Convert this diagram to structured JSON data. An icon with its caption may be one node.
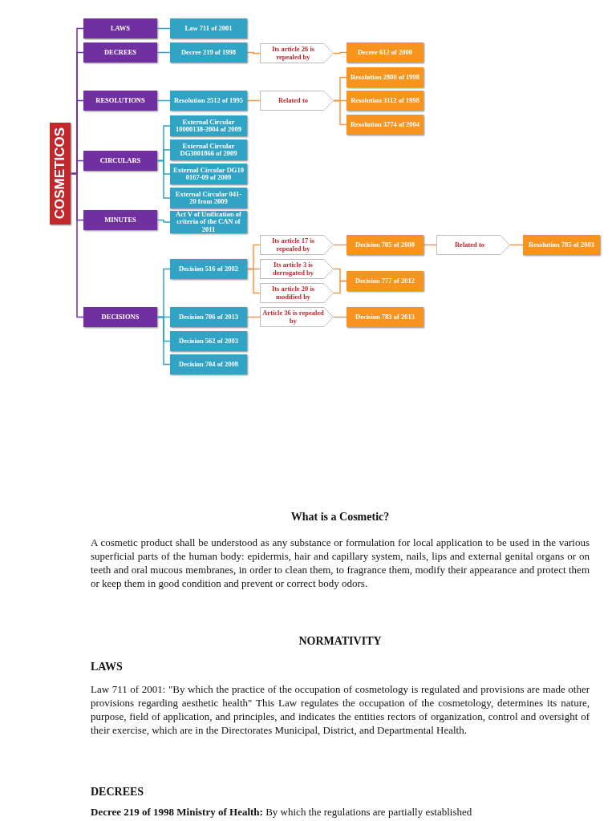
{
  "diagram": {
    "nodes": [
      {
        "text": [
          "COSMETICOS"
        ]
      },
      {
        "text": [
          "LAWS"
        ]
      },
      {
        "text": [
          "Law 711 of 2001"
        ]
      },
      {
        "text": [
          "DECREES"
        ]
      },
      {
        "text": [
          "Decree 219 of 1998"
        ]
      },
      {
        "text": [
          "Its article 26 is repealed by"
        ]
      },
      {
        "text": [
          "Decree 612 of 2000"
        ]
      },
      {
        "text": [
          "RESOLUTIONS"
        ]
      },
      {
        "text": [
          "Resolution 2512 of 1995"
        ]
      },
      {
        "text": [
          "Related to"
        ]
      },
      {
        "text": [
          "Resolution 2800 of 1998"
        ]
      },
      {
        "text": [
          "Resolution 3112 of 1998"
        ]
      },
      {
        "text": [
          "Resolution 3774 of 2004"
        ]
      },
      {
        "text": [
          "CIRCULARS"
        ]
      },
      {
        "text": [
          "External Circular 10000138-2004 of 2009"
        ]
      },
      {
        "text": [
          "External Circular DG3001866 of 2009"
        ]
      },
      {
        "text": [
          "External Circular DG10 0167-09 of 2009"
        ]
      },
      {
        "text": [
          "External Circular 041-20 from 2009"
        ]
      },
      {
        "text": [
          "MINUTES"
        ]
      },
      {
        "text": [
          "Act V of Unification of criteria of the CAN of 2011"
        ]
      },
      {
        "text": [
          "DECISIONS"
        ]
      },
      {
        "text": [
          "Decision 516 of 2002"
        ]
      },
      {
        "text": [
          "Its article 17 is repealed by"
        ]
      },
      {
        "text": [
          "Decision 705 of 2008"
        ]
      },
      {
        "text": [
          "Related to"
        ]
      },
      {
        "text": [
          "Resolution 785 of 2003"
        ]
      },
      {
        "text": [
          "Its article 3 is derrogated by"
        ]
      },
      {
        "text": [
          "Its article 20 is modified by"
        ]
      },
      {
        "text": [
          "Decision 777 of 2012"
        ]
      },
      {
        "text": [
          "Decision 706 of 2013"
        ]
      },
      {
        "text": [
          "Article 36 is repealed by"
        ]
      },
      {
        "text": [
          "Decision 783 of 2013"
        ]
      },
      {
        "text": [
          "Decision 562 of 2003"
        ]
      },
      {
        "text": [
          "Decision 704 of 2008"
        ]
      }
    ],
    "edges": [
      {
        "from": 0,
        "to": 1,
        "arrow": "none",
        "color": "#7030a0"
      },
      {
        "from": 0,
        "to": 3,
        "arrow": "none",
        "color": "#7030a0"
      },
      {
        "from": 0,
        "to": 7,
        "arrow": "none",
        "color": "#7030a0"
      },
      {
        "from": 0,
        "to": 13,
        "arrow": "none",
        "color": "#7030a0"
      },
      {
        "from": 0,
        "to": 18,
        "arrow": "none",
        "color": "#7030a0"
      },
      {
        "from": 0,
        "to": 20,
        "arrow": "none",
        "color": "#7030a0"
      },
      {
        "from": 1,
        "to": 2,
        "arrow": "none",
        "color": "#31a3c4"
      },
      {
        "from": 3,
        "to": 4,
        "arrow": "none",
        "color": "#31a3c4"
      },
      {
        "from": 4,
        "to": 5,
        "arrow": "none"
      },
      {
        "from": 5,
        "to": 6,
        "arrow": "none"
      },
      {
        "from": 7,
        "to": 8,
        "arrow": "none",
        "color": "#31a3c4"
      },
      {
        "from": 8,
        "to": 9,
        "arrow": "none"
      },
      {
        "from": 9,
        "to": 10,
        "arrow": "none"
      },
      {
        "from": 9,
        "to": 11,
        "arrow": "none"
      },
      {
        "from": 9,
        "to": 12,
        "arrow": "none"
      },
      {
        "from": 13,
        "to": 14,
        "arrow": "none",
        "color": "#31a3c4"
      },
      {
        "from": 13,
        "to": 15,
        "arrow": "none",
        "color": "#31a3c4"
      },
      {
        "from": 13,
        "to": 16,
        "arrow": "none",
        "color": "#31a3c4"
      },
      {
        "from": 13,
        "to": 17,
        "arrow": "none",
        "color": "#31a3c4"
      },
      {
        "from": 18,
        "to": 19,
        "arrow": "none",
        "color": "#31a3c4"
      },
      {
        "from": 20,
        "to": 21,
        "arrow": "none",
        "color": "#31a3c4"
      },
      {
        "from": 21,
        "to": 22,
        "arrow": "none"
      },
      {
        "from": 22,
        "to": 23,
        "arrow": "none"
      },
      {
        "from": 23,
        "to": 24,
        "arrow": "none"
      },
      {
        "from": 24,
        "to": 25,
        "arrow": "none"
      },
      {
        "from": 21,
        "to": 26,
        "arrow": "none"
      },
      {
        "from": 21,
        "to": 27,
        "arrow": "none"
      },
      {
        "from": 26,
        "to": 28,
        "arrow": "none"
      },
      {
        "from": 27,
        "to": 28,
        "arrow": "none"
      },
      {
        "from": 20,
        "to": 29,
        "arrow": "none",
        "color": "#31a3c4"
      },
      {
        "from": 29,
        "to": 30,
        "arrow": "none"
      },
      {
        "from": 30,
        "to": 31,
        "arrow": "none"
      },
      {
        "from": 20,
        "to": 32,
        "arrow": "none",
        "color": "#31a3c4"
      },
      {
        "from": 20,
        "to": 33,
        "arrow": "none",
        "color": "#31a3c4"
      }
    ],
    "labels": [
      "What is a Cosmetic?",
      "A cosmetic product shall be understood as any substance or formulation for local application to be used in the various superficial parts of the human body: epidermis, hair and capillary system, nails, lips and external genital organs or on teeth and oral mucous membranes, in order to clean them, to fragrance them, modify their appearance and protect them or keep them in good condition and prevent or correct body odors.",
      "NORMATIVITY",
      "LAWS",
      "Law 711 of 2001: \"By which the practice of the occupation of cosmetology is regulated and provisions are made other provisions regarding aesthetic health\" This Law regulates the occupation of the cosmetology, determines its nature, purpose, field of application, and principles, and indicates the entities rectors of organization, control and oversight of their exercise, which are in the Directorates Municipal, District, and Departmental Health.",
      "DECREES",
      "**Decree 219 of 1998 Ministry of Health:** By which the regulations are partially established"
    ]
  }
}
